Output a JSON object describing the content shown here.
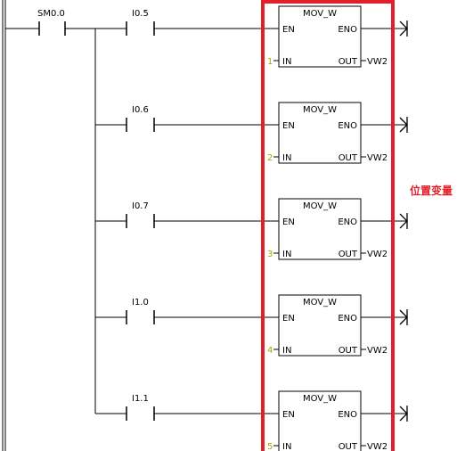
{
  "power_rail_contact": "SM0.0",
  "block_title": "MOV_W",
  "pins": {
    "en": "EN",
    "eno": "ENO",
    "in": "IN",
    "out": "OUT"
  },
  "rungs": [
    {
      "contact": "I0.5",
      "in_value": "1",
      "out_value": "VW2"
    },
    {
      "contact": "I0.6",
      "in_value": "2",
      "out_value": "VW2"
    },
    {
      "contact": "I0.7",
      "in_value": "3",
      "out_value": "VW2"
    },
    {
      "contact": "I1.0",
      "in_value": "4",
      "out_value": "VW2"
    },
    {
      "contact": "I1.1",
      "in_value": "5",
      "out_value": "VW2"
    }
  ],
  "annotation": "位置变量",
  "colors": {
    "highlight_box": "#e0202a",
    "in_value": "#b5a000",
    "annotation": "#e0202a"
  }
}
